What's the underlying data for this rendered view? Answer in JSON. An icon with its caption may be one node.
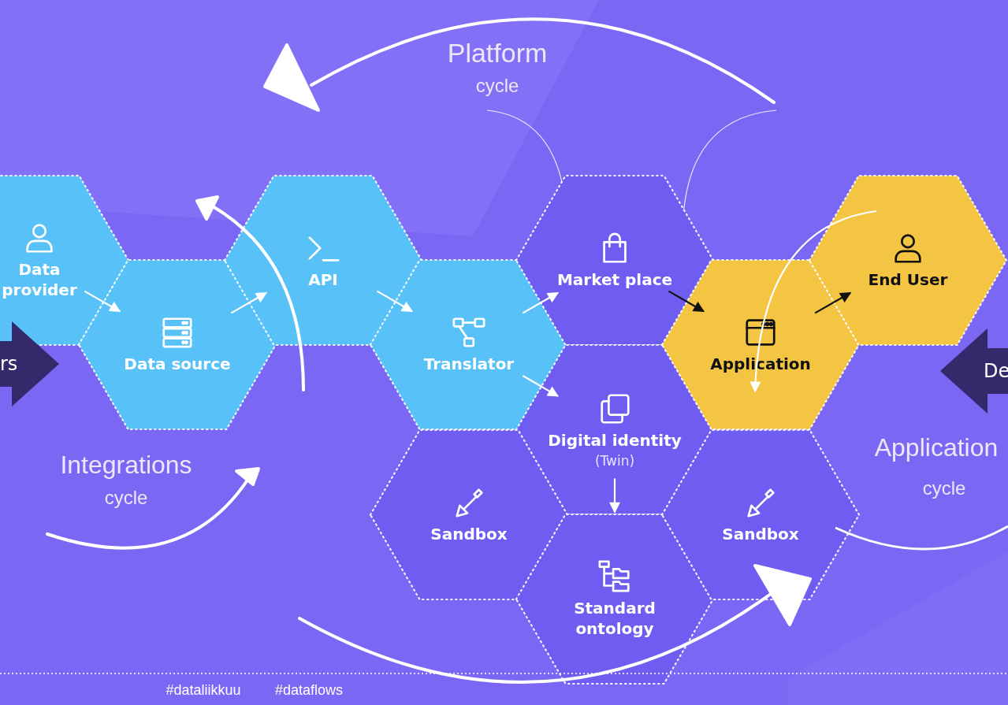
{
  "diagram": {
    "nodes": [
      {
        "text": [
          "Data provider"
        ]
      },
      {
        "text": [
          "Data source"
        ]
      },
      {
        "text": [
          "API"
        ]
      },
      {
        "text": [
          "Translator"
        ]
      },
      {
        "text": [
          "Market place"
        ]
      },
      {
        "text": [
          "Digital identity",
          "(Twin)"
        ]
      },
      {
        "text": [
          "Sandbox"
        ]
      },
      {
        "text": [
          "Standard ontology"
        ]
      },
      {
        "text": [
          "Application"
        ]
      },
      {
        "text": [
          "End User"
        ]
      },
      {
        "text": [
          "Sandbox"
        ]
      },
      {
        "text": [
          "rs"
        ]
      },
      {
        "text": [
          "De"
        ]
      }
    ],
    "edges": [
      {
        "from": 0,
        "to": 1,
        "arrow": "to"
      },
      {
        "from": 1,
        "to": 2,
        "arrow": "to"
      },
      {
        "from": 2,
        "to": 3,
        "arrow": "to"
      },
      {
        "from": 3,
        "to": 4,
        "arrow": "to"
      },
      {
        "from": 3,
        "to": 5,
        "arrow": "to"
      },
      {
        "from": 4,
        "to": 8,
        "arrow": "to",
        "color": "#111111"
      },
      {
        "from": 8,
        "to": 9,
        "arrow": "to",
        "color": "#111111"
      },
      {
        "from": 5,
        "to": 7,
        "arrow": "to"
      },
      {
        "from": 9,
        "to": 8,
        "arrow": "to"
      }
    ],
    "labels": [
      "Platform",
      "cycle",
      "Integrations",
      "cycle",
      "Application",
      "cycle",
      "#dataliikkuu",
      "#dataflows"
    ]
  }
}
